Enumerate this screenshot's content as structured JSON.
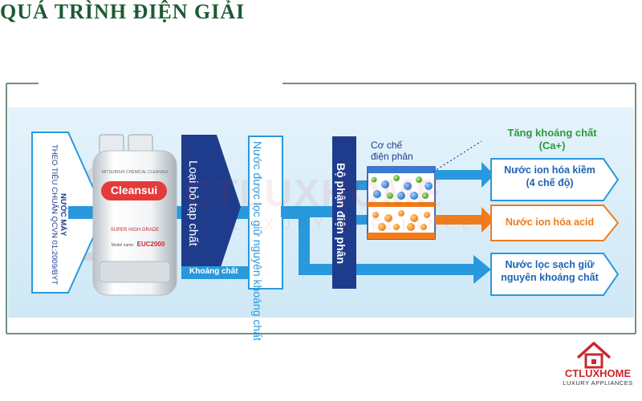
{
  "title": "QUÁ TRÌNH ĐIỆN GIẢI",
  "input": {
    "heading": "NƯỚC MÁY",
    "subtext": "THEO TIÊU CHUẨN QCVN 01:2009/BYT"
  },
  "filter": {
    "small_top": "MITSUBISHI CHEMICAL CLEANSUI",
    "brand": "Cleansui",
    "grade": "SUPER HIGH GRADE",
    "model_prefix": "Model name",
    "model": "EUC2000"
  },
  "stage1": {
    "label": "Loại bỏ tạp chất"
  },
  "minerals_label": "Khoáng chất",
  "stage2": {
    "label": "Nước được lọc giữ nguyên khoáng chất"
  },
  "stage3": {
    "label": "Bộ phận điện phân"
  },
  "mechanism": {
    "label_line1": "Cơ chế",
    "label_line2": "điện phân"
  },
  "increase": {
    "line1": "Tăng khoáng chất",
    "line2": "(Ca+)"
  },
  "outputs": {
    "alkaline": {
      "line1": "Nước ion hóa kiềm",
      "line2": "(4 chế độ)"
    },
    "acid": {
      "line1": "Nước ion hóa acid"
    },
    "clean": {
      "line1": "Nước lọc sạch giữ",
      "line2": "nguyên khoáng chất"
    }
  },
  "logo": {
    "brand": "CTLUXHOME",
    "tagline": "LUXURY APPLIANCES"
  },
  "watermark": {
    "brand": "CTLUXHOME",
    "tagline": "LUXURY APPLIANCES"
  },
  "colors": {
    "title": "#1e5a32",
    "panel": "#dceff9",
    "arrow": "#2899dd",
    "navy": "#1f3c8c",
    "green": "#2e9a3c",
    "orange": "#f07c1c",
    "blue_text": "#1d63b5",
    "logo_red": "#c8282d"
  }
}
